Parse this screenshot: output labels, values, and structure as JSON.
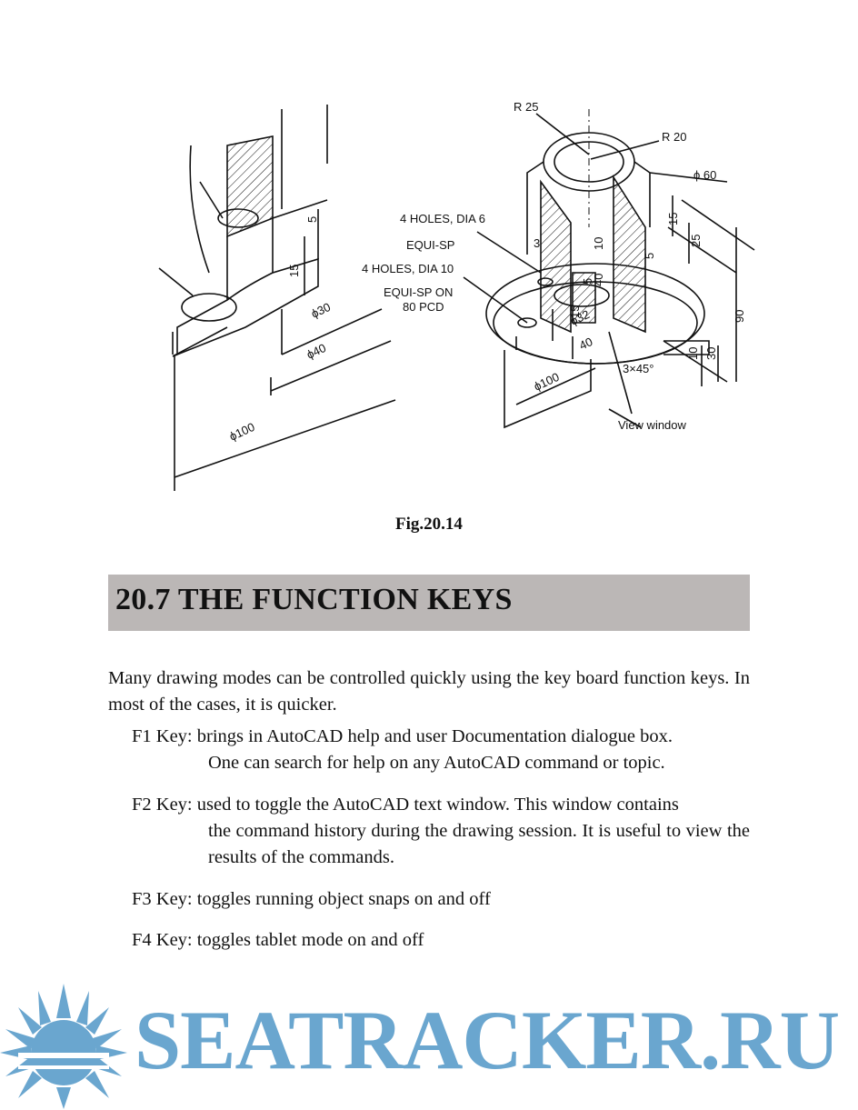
{
  "figure": {
    "labels": {
      "r25": "R 25",
      "r20": "R 20",
      "phi60": "ϕ 60",
      "holes6": "4 HOLES, DIA 6",
      "equisp": "EQUI-SP",
      "holes10": "4 HOLES, DIA 10",
      "equisp_on": "EQUI-SP ON",
      "pcd": "80 PCD",
      "d3": "3",
      "d10a": "10",
      "d5a": "5",
      "d40a": "40",
      "d15a": "15",
      "phi32": "ϕ32",
      "d40b": "40",
      "phi100b": "ϕ100",
      "chamfer": "3×45°",
      "view_window": "View window",
      "d15b": "15",
      "d25": "25",
      "d5b": "5",
      "d90": "90",
      "d10b": "10",
      "d30": "30",
      "left_d5": "5",
      "left_d15": "15",
      "left_phi30": "ϕ30",
      "left_phi40": "ϕ40",
      "left_phi100": "ϕ100"
    }
  },
  "caption": "Fig.20.14",
  "section": {
    "title": "20.7 THE FUNCTION KEYS"
  },
  "intro": "Many drawing modes can be controlled quickly using the key board function keys. In most of the cases, it is quicker.",
  "keys": [
    {
      "label": "F1 Key:",
      "line1": "brings in AutoCAD help and user Documentation dialogue box.",
      "rest": "One can search for help on any AutoCAD command or topic."
    },
    {
      "label": "F2 Key:",
      "line1": "used to toggle the AutoCAD text window. This window contains",
      "rest": "the command history during the drawing session. It is useful to view the results of the commands."
    },
    {
      "label": "F3 Key:",
      "line1": "toggles running object snaps on and off",
      "rest": ""
    },
    {
      "label": "F4 Key:",
      "line1": "toggles tablet mode on and off",
      "rest": ""
    }
  ],
  "watermark": {
    "text": "SEATRACKER.RU",
    "color": "#6aa6cf"
  }
}
